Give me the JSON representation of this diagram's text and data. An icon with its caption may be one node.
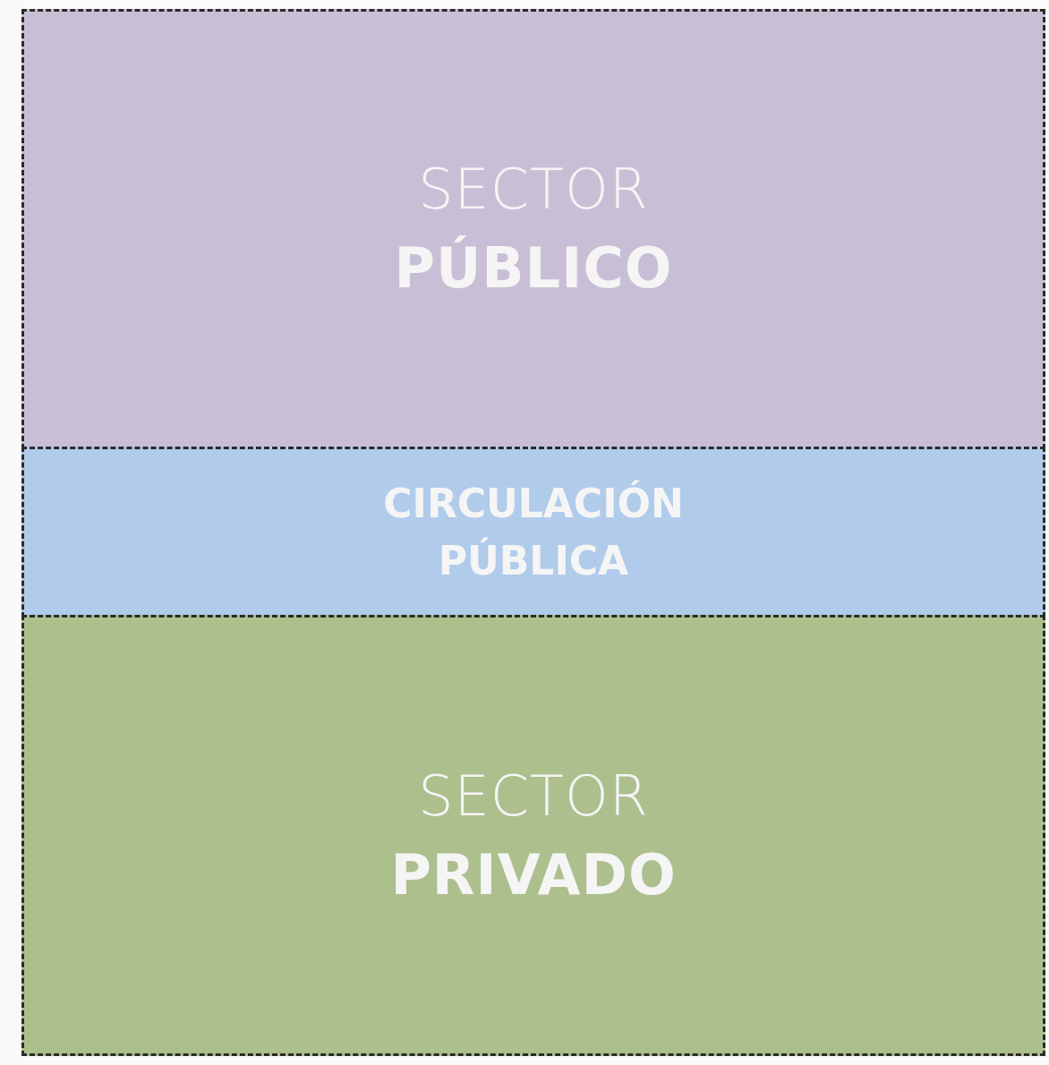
{
  "diagram": {
    "nodes": [
      {
        "text": [
          "SECTOR **PÚBLICO**"
        ]
      },
      {
        "text": [
          "CIRCULACIÓN PÚBLICA"
        ]
      },
      {
        "text": [
          "SECTOR **PRIVADO**"
        ]
      }
    ]
  }
}
